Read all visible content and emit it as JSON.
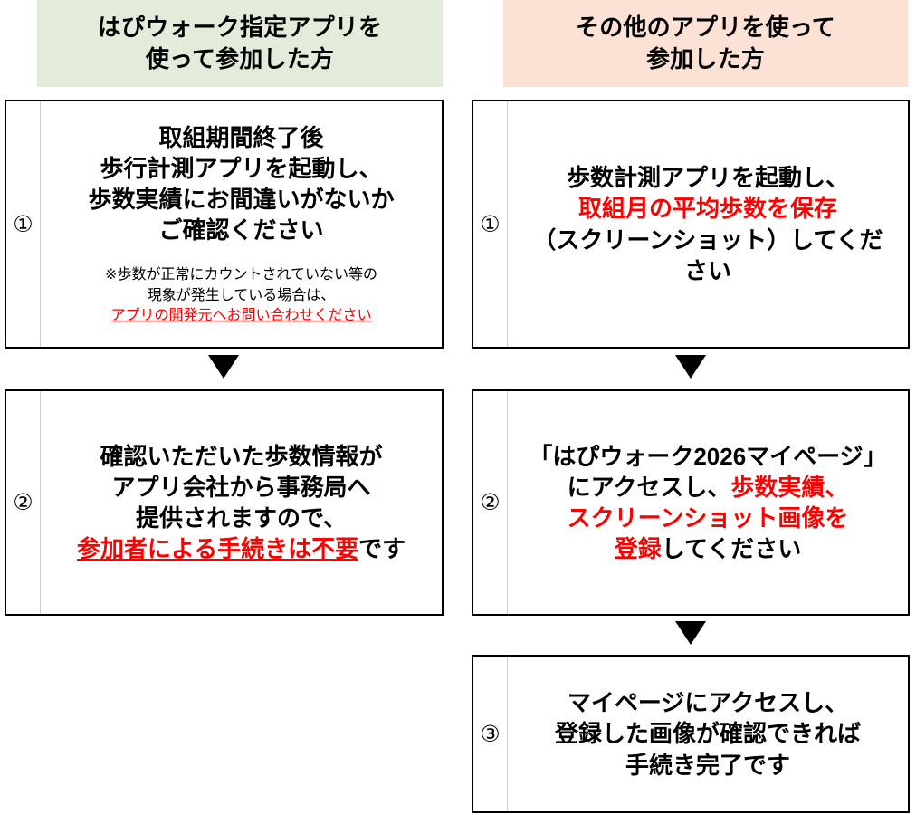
{
  "columns": {
    "left": {
      "header": {
        "line1": "はぴウォーク指定アプリを",
        "line2": "使って参加した方",
        "bg_color": "#e3ecdb"
      },
      "steps": [
        {
          "number": "①",
          "main_lines": [
            "取組期間終了後",
            "歩行計測アプリを起動し、",
            "歩数実績にお間違いがないか",
            "ご確認ください"
          ],
          "note_lines": [
            "※歩数が正常にカウントされていない等の",
            "現象が発生している場合は、"
          ],
          "note_link": "アプリの開発元へお問い合わせください",
          "note_link_color": "#ff0000"
        },
        {
          "number": "②",
          "main_lines": [
            "確認いただいた歩数情報が",
            "アプリ会社から事務局へ",
            "提供されますので、"
          ],
          "highlight_line": {
            "red_underlined": "参加者による手続きは不要",
            "plain_tail": "です"
          }
        }
      ]
    },
    "right": {
      "header": {
        "line1": "その他のアプリを使って",
        "line2": "参加した方",
        "bg_color": "#fce2d5"
      },
      "steps": [
        {
          "number": "①",
          "line1_plain": "歩数計測アプリを起動し、",
          "line2_red": "取組月の平均歩数を保存",
          "line3_plain": "（スクリーンショット）してくだ",
          "line4_plain": "さい"
        },
        {
          "number": "②",
          "line1_plain": "「はぴウォーク2026マイページ」",
          "line2_plain_head": "にアクセスし、",
          "line2_red_tail": "歩数実績、",
          "line3_red": "スクリーンショット画像を",
          "line4_red_head": "登録",
          "line4_plain_tail": "してください"
        },
        {
          "number": "③",
          "main_lines": [
            "マイページにアクセスし、",
            "登録した画像が確認できれば",
            "手続き完了です"
          ]
        }
      ]
    }
  },
  "arrows": {
    "glyph": "▼",
    "color": "#000000",
    "count": 3
  },
  "colors": {
    "accent_red": "#ff0000",
    "text_black": "#000000",
    "border_black": "#000000",
    "divider_gray": "#cfcfcf",
    "left_header_bg": "#e3ecdb",
    "right_header_bg": "#fce2d5",
    "box_bg": "#ffffff"
  }
}
